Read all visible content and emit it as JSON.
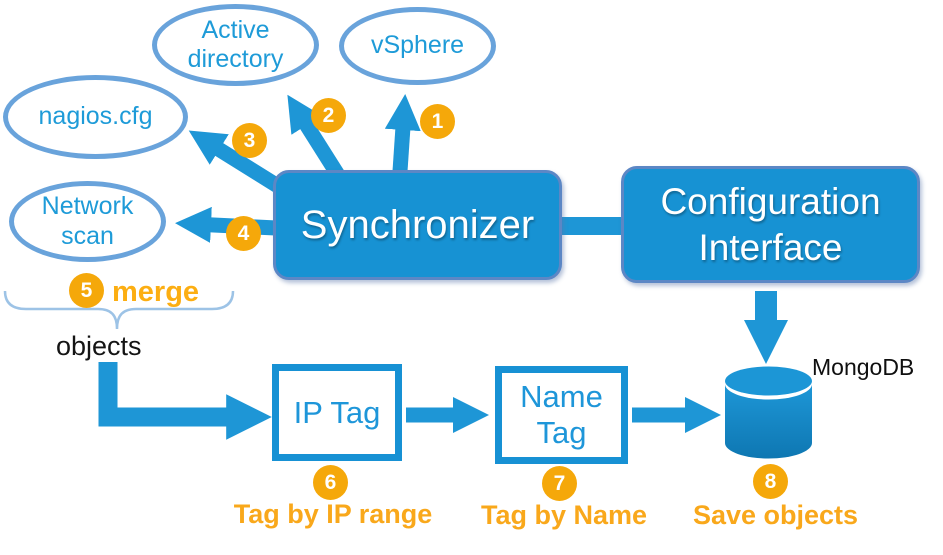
{
  "sources": [
    {
      "label": "Active directory"
    },
    {
      "label": "vSphere"
    },
    {
      "label": "nagios.cfg"
    },
    {
      "label": "Network scan"
    }
  ],
  "nodes": {
    "synchronizer": "Synchronizer",
    "configuration_interface": "Configuration Interface",
    "ip_tag": "IP Tag",
    "name_tag": "Name Tag",
    "mongodb": "MongoDB"
  },
  "badges": [
    "1",
    "2",
    "3",
    "4",
    "5",
    "6",
    "7",
    "8"
  ],
  "labels": {
    "merge": "merge",
    "objects": "objects",
    "tag_by_ip_range": "Tag by IP range",
    "tag_by_name": "Tag by Name",
    "save_objects": "Save objects"
  },
  "colors": {
    "primary_blue": "#1792D3",
    "arrow_blue": "#1E96D6",
    "ellipse_stroke": "#69A3DB",
    "node_text_blue": "#1E9BD8",
    "box_border": "#5C87C5",
    "badge_orange": "#F5A80A",
    "caption_orange": "#F9A81B",
    "brace_blue": "#9DC3E6",
    "cylinder_dark_blue": "#0E77B2"
  }
}
